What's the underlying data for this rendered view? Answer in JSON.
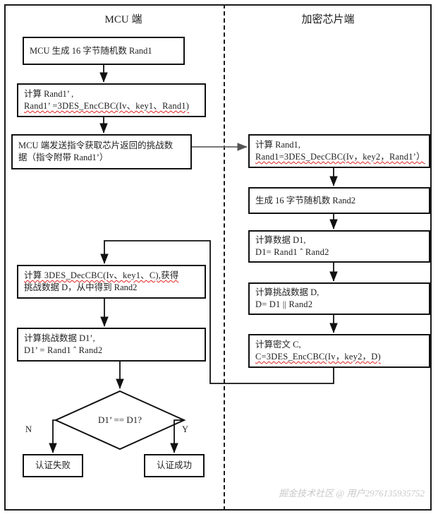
{
  "frame": {
    "divider_style": "dashed-vertical",
    "border_color": "#1a1a1a"
  },
  "columns": {
    "left_title": "MCU 端",
    "right_title": "加密芯片端"
  },
  "left_flow": {
    "box1": {
      "line1": "MCU 生成 16 字节随机数 Rand1"
    },
    "box2": {
      "line1": "计算 Rand1’ ,",
      "line2": "Rand1’ =3DES_EncCBC(Iv、key1、Rand1)"
    },
    "box3": {
      "line1": "MCU 端发送指令获取芯片返回的挑战数",
      "line2": "据（指令附带 Rand1’）"
    },
    "box4": {
      "line1": "计算 3DES_DecCBC(Iv、key1、C),获得",
      "line2": "挑战数据 D，从中得到 Rand2"
    },
    "box5": {
      "line1": "计算挑战数据 D1’,",
      "line2": "D1’ = Rand1 ˆ Rand2"
    },
    "decision": {
      "label": "D1’ == D1?"
    },
    "branch_no_label": "N",
    "branch_yes_label": "Y",
    "result_fail": "认证失败",
    "result_success": "认证成功"
  },
  "right_flow": {
    "box1": {
      "line1": "计算 Rand1,",
      "line2": "Rand1=3DES_DecCBC(Iv，key2，Rand1’）"
    },
    "box2": {
      "line1": "生成 16 字节随机数 Rand2"
    },
    "box3": {
      "line1": "计算数据 D1,",
      "line2": "D1= Rand1 ˆ Rand2"
    },
    "box4": {
      "line1": "计算挑战数据 D,",
      "line2": "D= D1 || Rand2"
    },
    "box5": {
      "line1": "计算密文 C,",
      "line2": "C=3DES_EncCBC(Iv，key2，D)"
    }
  },
  "watermark": {
    "text": "掘金技术社区 @ 用户2976135935752"
  },
  "colors": {
    "stroke": "#111111",
    "spellcheck_underline": "#dd2222",
    "watermark": "#c9c9c9"
  }
}
